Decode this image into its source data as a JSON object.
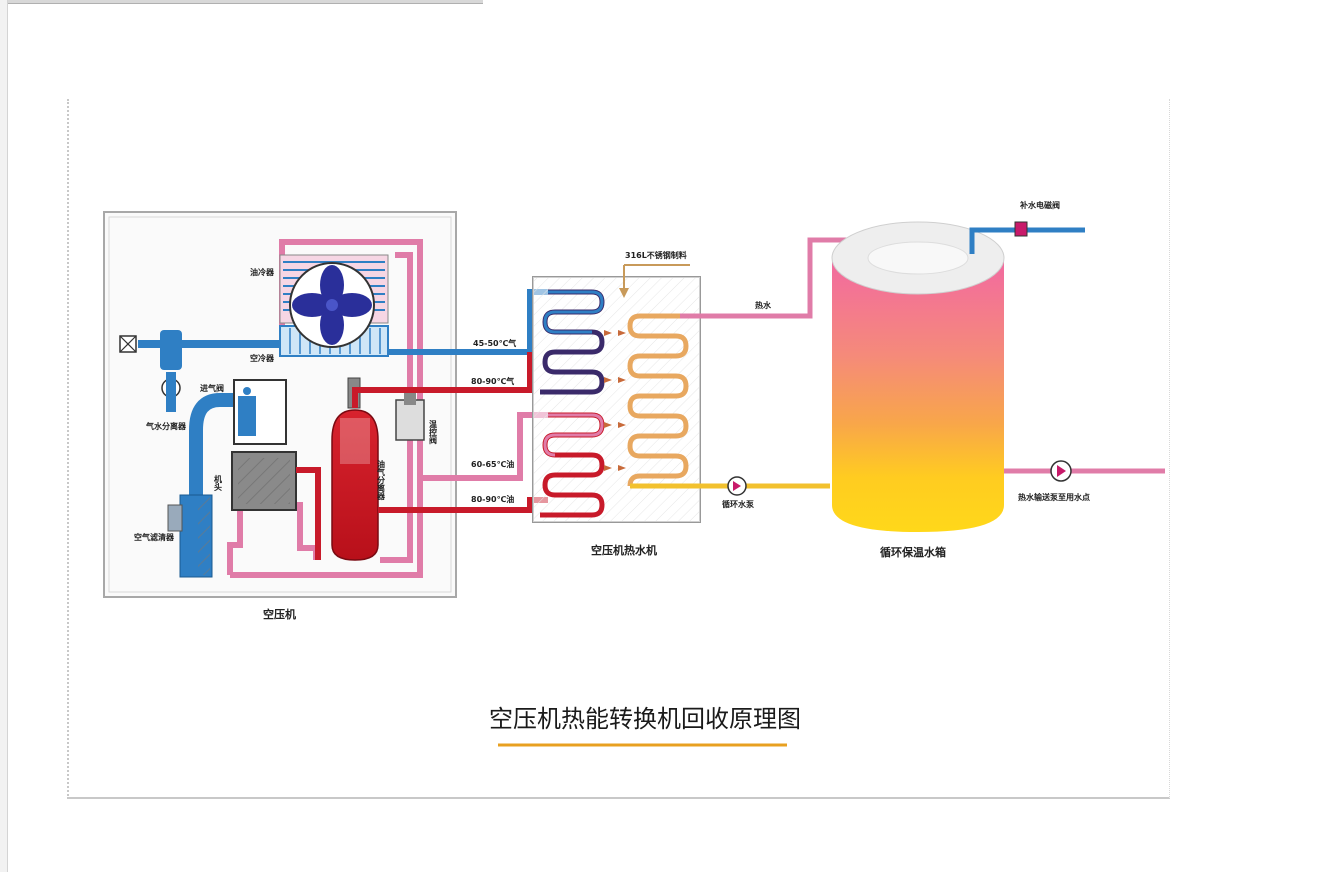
{
  "diagram": {
    "title": "空压机热能转换机回收原理图",
    "components": {
      "compressor": "空压机",
      "heat_machine": "空压机热水机",
      "water_tank": "循环保温水箱"
    },
    "labels": {
      "oil_cooler": "油冷器",
      "air_cooler": "空冷器",
      "intake_valve": "进气阀",
      "gas_water_separator": "气水分离器",
      "air_filter": "空气滤清器",
      "machine_head": "机头",
      "oil_gas_separator": "油气分离器",
      "temp_valve": "温控阀",
      "material": "316L不锈钢制料",
      "hot_water": "热水",
      "makeup_valve": "补水电磁阀",
      "circ_pump": "循环水泵",
      "supply_pump": "热水输送泵至用水点",
      "air_45_50": "45-50℃气",
      "air_80_90": "80-90℃气",
      "oil_60_65": "60-65℃油",
      "oil_80_90": "80-90℃油"
    },
    "colors": {
      "blue_pipe": "#2f7fc4",
      "red_pipe": "#c81a2a",
      "pink_pipe": "#e07ca8",
      "yellow_pipe": "#f2c12e",
      "fan": "#2a2f9a",
      "tank_top": "#f0709a",
      "tank_bottom": "#ffd21a"
    }
  }
}
